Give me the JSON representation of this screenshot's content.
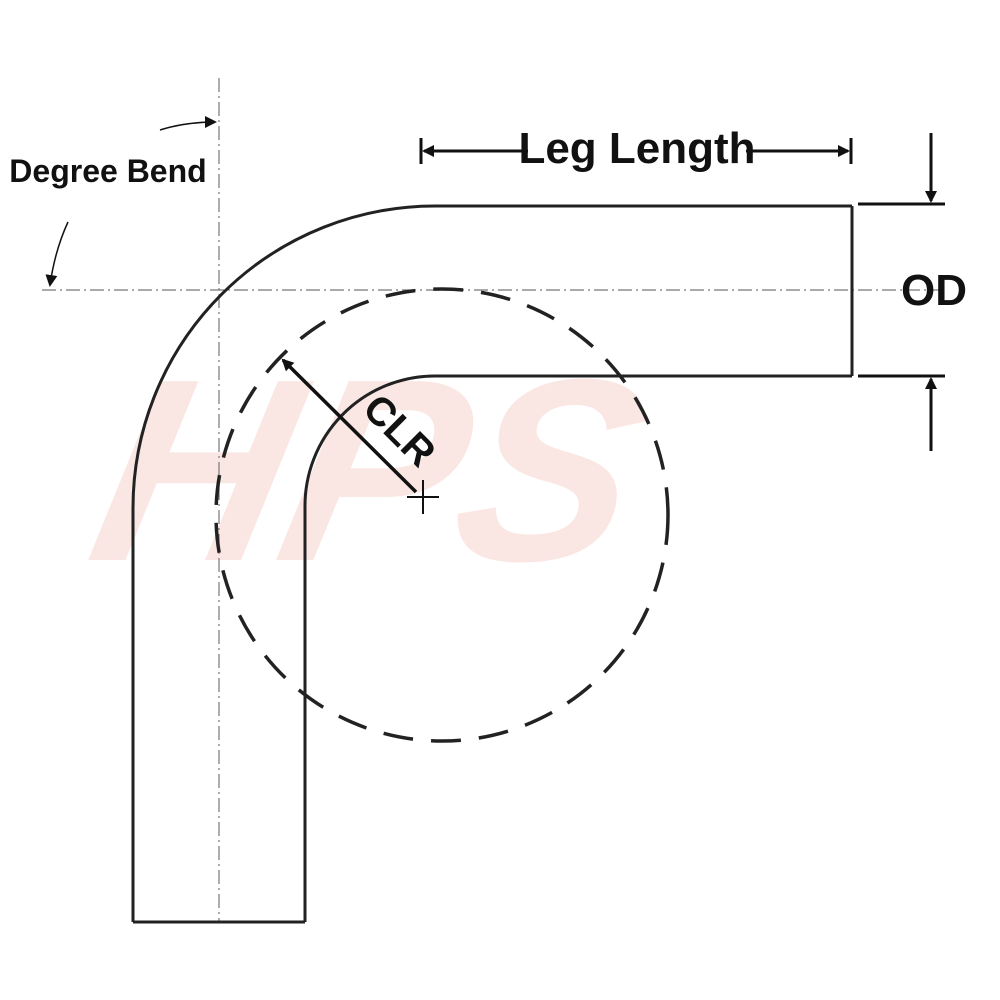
{
  "diagram": {
    "labels": {
      "degree_bend": "Degree Bend",
      "leg_length": "Leg Length",
      "od": "OD",
      "clr": "CLR"
    },
    "watermark": {
      "text": "HPS",
      "color": "#f7d4cf"
    },
    "colors": {
      "outline": "#222222",
      "centerline": "#777777",
      "dimension": "#111111"
    }
  }
}
